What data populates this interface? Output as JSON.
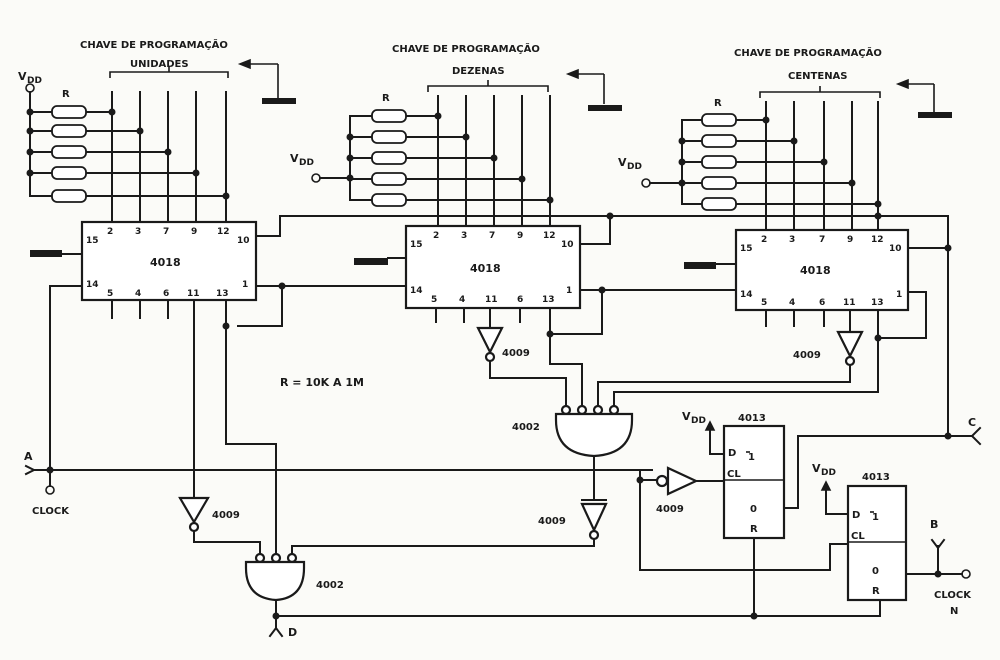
{
  "title_unidades_1": "CHAVE DE PROGRAMAÇÃO",
  "title_unidades_2": "UNIDADES",
  "title_dezenas_1": "CHAVE DE PROGRAMAÇÃO",
  "title_dezenas_2": "DEZENAS",
  "title_centenas_1": "CHAVE DE PROGRAMAÇÃO",
  "title_centenas_2": "CENTENAS",
  "vdd": "V",
  "vdd_sub": "DD",
  "resistor_label": "R",
  "resistor_value": "R = 10K A 1M",
  "counter_chip": "4018",
  "inverter_chip": "4009",
  "nor_chip": "4002",
  "flipflop_chip": "4013",
  "top_pins": [
    "2",
    "3",
    "7",
    "9",
    "12"
  ],
  "bottom_pins": [
    "5",
    "4",
    "6",
    "11",
    "13"
  ],
  "pin_15": "15",
  "pin_14": "14",
  "pin_10": "10",
  "pin_1": "1",
  "ff_d": "D",
  "ff_q": "1",
  "ff_cl": "CL",
  "ff_qbar": "0",
  "ff_r": "R",
  "node_a": "A",
  "node_b": "B",
  "node_c": "C",
  "node_d": "D",
  "clock": "CLOCK",
  "clock_n_1": "CLOCK",
  "clock_n_2": "N"
}
